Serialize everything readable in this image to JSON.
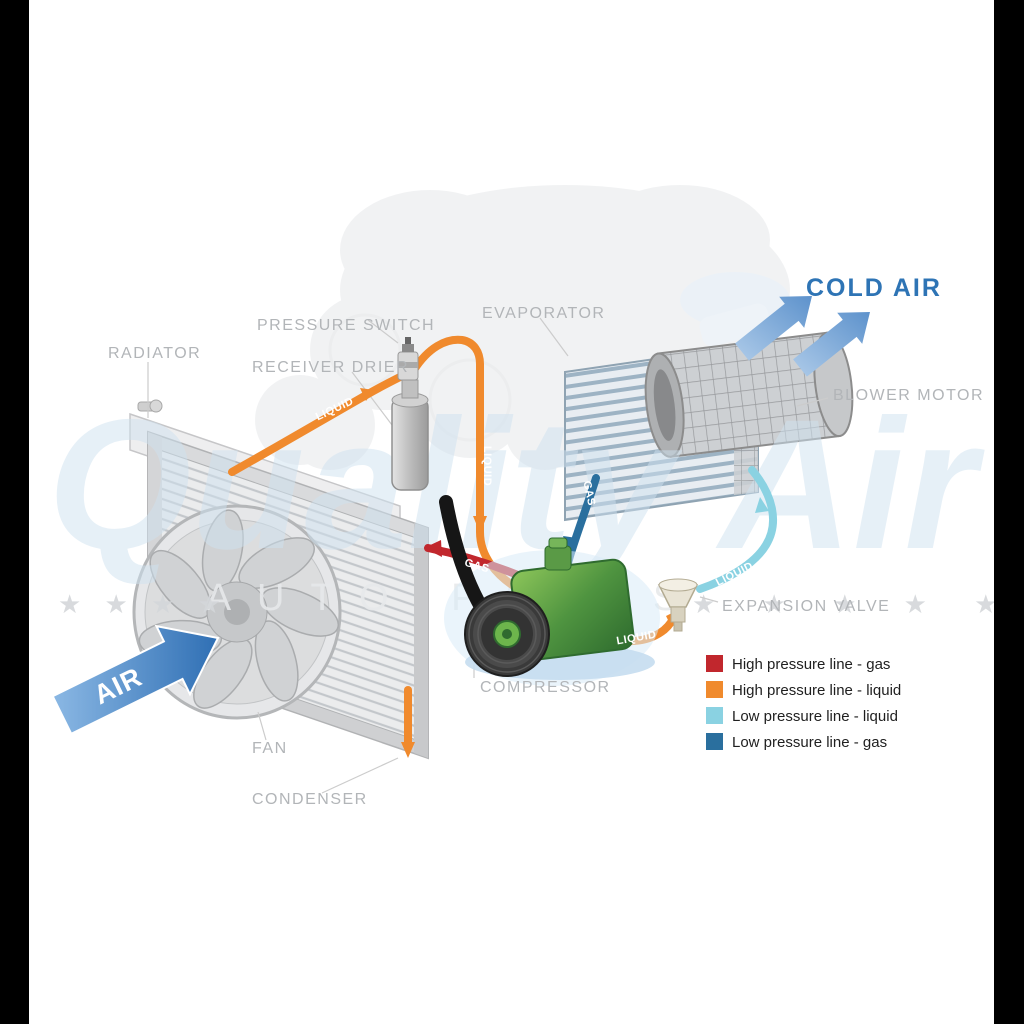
{
  "page": {
    "background": "#ffffff",
    "side_bar_color": "#000000"
  },
  "watermark": {
    "brand": "Quality Air",
    "subtitle": "AUTO PARTS",
    "stars_left": "★ ★ ★ ★",
    "stars_right": "★ ★ ★ ★ ★ ★",
    "color": "#cfe2f0"
  },
  "component_labels": {
    "radiator": "RADIATOR",
    "pressure_switch": "PRESSURE SWITCH",
    "receiver_drier": "RECEIVER DRIER",
    "evaporator": "EVAPORATOR",
    "blower_motor": "BLOWER MOTOR",
    "cold_air": "COLD AIR",
    "expansion_valve": "EXPANSION VALVE",
    "compressor": "COMPRESSOR",
    "fan": "FAN",
    "condenser": "CONDENSER",
    "air": "AIR"
  },
  "pipe_labels": {
    "liquid": "LIQUID",
    "gas": "GAS"
  },
  "colors": {
    "high_pressure_gas": "#c1272d",
    "high_pressure_liquid": "#f08a2d",
    "low_pressure_liquid": "#8ad2e2",
    "low_pressure_gas": "#2a6f9e",
    "cold_air_text": "#2e74b5"
  },
  "legend": {
    "items": [
      {
        "color": "#c1272d",
        "label": "High pressure line - gas"
      },
      {
        "color": "#f08a2d",
        "label": "High pressure line - liquid"
      },
      {
        "color": "#8ad2e2",
        "label": "Low pressure line - liquid"
      },
      {
        "color": "#2a6f9e",
        "label": "Low pressure line -  gas"
      }
    ]
  }
}
